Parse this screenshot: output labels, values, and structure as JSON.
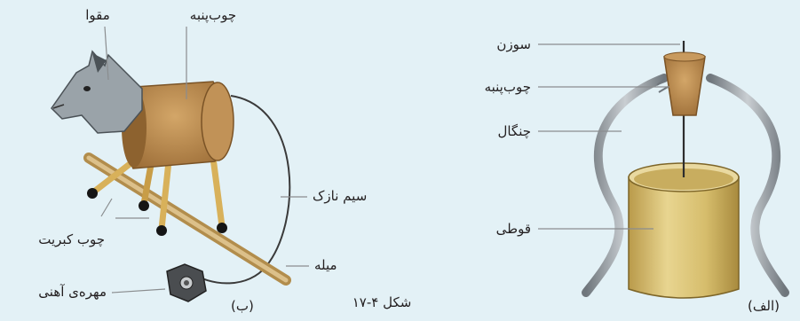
{
  "figure": {
    "caption": "شکل ۴-۱۷",
    "panel_left_label": "(ب)",
    "panel_right_label": "(الف)"
  },
  "panel_b": {
    "labels": {
      "cardboard": "مقوا",
      "cork": "چوب‌پنبه",
      "thin_wire": "سیم نازک",
      "matchstick": "چوب کبریت",
      "rod": "میله",
      "iron_nut": "مهره‌ی آهنی"
    },
    "colors": {
      "cork": "#b98a4e",
      "head": "#9aa3a9",
      "match": "#d8b15a",
      "rod": "#c9a866"
    }
  },
  "panel_a": {
    "labels": {
      "needle": "سوزن",
      "cork": "چوب‌پنبه",
      "fork": "چنگال",
      "can": "قوطی"
    },
    "colors": {
      "can": "#d8bf72",
      "fork": "#8e959b",
      "cork": "#b98a4e"
    }
  }
}
